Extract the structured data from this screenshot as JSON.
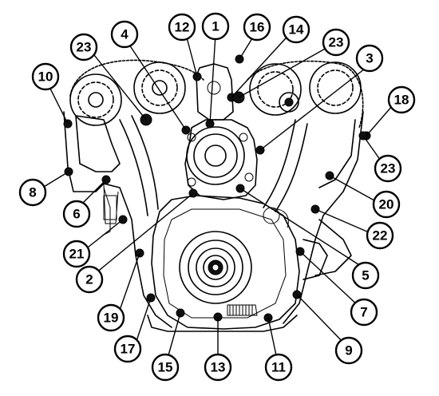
{
  "diagram": {
    "callouts": [
      {
        "id": "c1",
        "label": "1"
      },
      {
        "id": "c2",
        "label": "2"
      },
      {
        "id": "c3",
        "label": "3"
      },
      {
        "id": "c4",
        "label": "4"
      },
      {
        "id": "c5",
        "label": "5"
      },
      {
        "id": "c6",
        "label": "6"
      },
      {
        "id": "c7",
        "label": "7"
      },
      {
        "id": "c8",
        "label": "8"
      },
      {
        "id": "c9",
        "label": "9"
      },
      {
        "id": "c10",
        "label": "10"
      },
      {
        "id": "c11",
        "label": "11"
      },
      {
        "id": "c12",
        "label": "12"
      },
      {
        "id": "c13",
        "label": "13"
      },
      {
        "id": "c14",
        "label": "14"
      },
      {
        "id": "c15",
        "label": "15"
      },
      {
        "id": "c16",
        "label": "16"
      },
      {
        "id": "c17",
        "label": "17"
      },
      {
        "id": "c18",
        "label": "18"
      },
      {
        "id": "c19",
        "label": "19"
      },
      {
        "id": "c20",
        "label": "20"
      },
      {
        "id": "c21",
        "label": "21"
      },
      {
        "id": "c22",
        "label": "22"
      },
      {
        "id": "c23a",
        "label": "23"
      },
      {
        "id": "c23b",
        "label": "23"
      },
      {
        "id": "c23c",
        "label": "23"
      }
    ]
  }
}
